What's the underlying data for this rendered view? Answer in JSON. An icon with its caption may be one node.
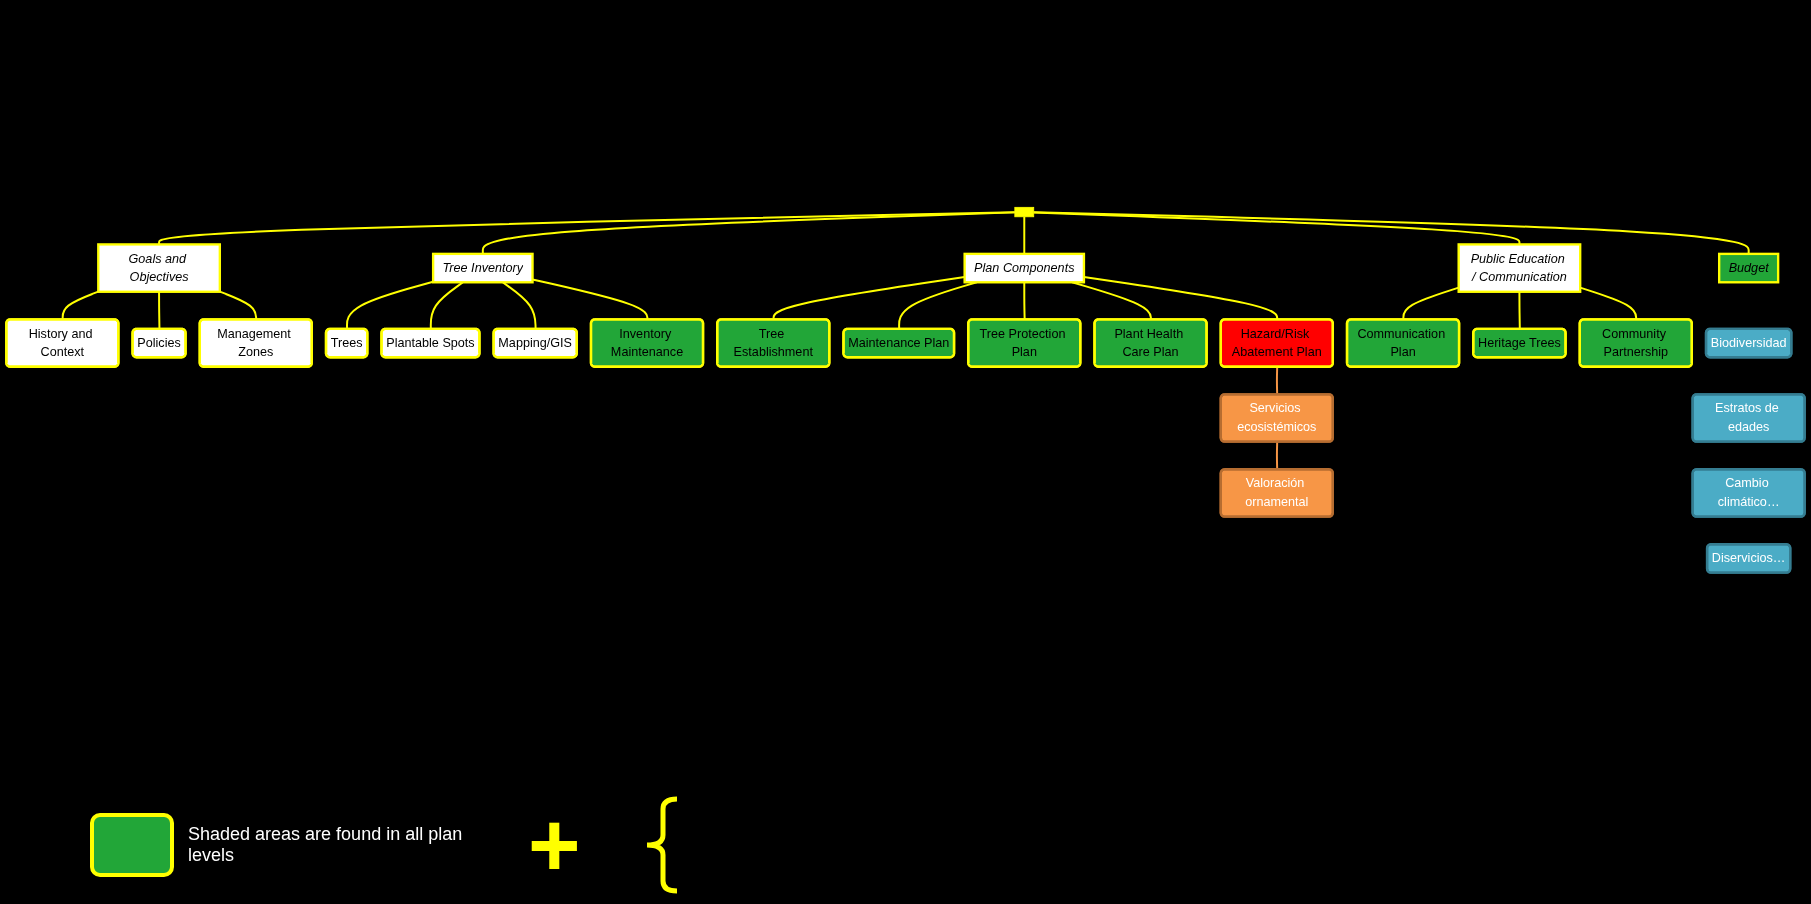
{
  "diagram": {
    "nodes": [
      {
        "text": [],
        "shape": "bar"
      },
      {
        "text": [
          "Goals and Objectives"
        ]
      },
      {
        "text": [
          "Tree Inventory"
        ]
      },
      {
        "text": [
          "Plan Components"
        ]
      },
      {
        "text": [
          "Public Education / Communication"
        ]
      },
      {
        "text": [
          "Budget"
        ]
      },
      {
        "text": [
          "History and Context"
        ]
      },
      {
        "text": [
          "Policies"
        ]
      },
      {
        "text": [
          "Management Zones"
        ]
      },
      {
        "text": [
          "Trees"
        ]
      },
      {
        "text": [
          "Plantable Spots"
        ]
      },
      {
        "text": [
          "Mapping/GIS"
        ]
      },
      {
        "text": [
          "Inventory Maintenance"
        ]
      },
      {
        "text": [
          "Tree Establishment"
        ]
      },
      {
        "text": [
          "Maintenance Plan"
        ]
      },
      {
        "text": [
          "Tree Protection Plan"
        ]
      },
      {
        "text": [
          "Plant Health Care Plan"
        ]
      },
      {
        "text": [
          "Hazard/Risk Abatement Plan"
        ]
      },
      {
        "text": [
          "Communication Plan"
        ]
      },
      {
        "text": [
          "Heritage Trees"
        ]
      },
      {
        "text": [
          "Community Partnership"
        ]
      },
      {
        "text": [
          "Servicios ecosistémicos"
        ]
      },
      {
        "text": [
          "Valoración ornamental"
        ]
      },
      {
        "text": [
          "Biodiversidad"
        ]
      },
      {
        "text": [
          "Estratos de edades"
        ]
      },
      {
        "text": [
          "Cambio climático…"
        ]
      },
      {
        "text": [
          "Diservicios…"
        ]
      }
    ],
    "edges": [
      {
        "from": 0,
        "to": 1,
        "arrow": "none"
      },
      {
        "from": 0,
        "to": 2,
        "arrow": "none"
      },
      {
        "from": 0,
        "to": 3,
        "arrow": "none"
      },
      {
        "from": 0,
        "to": 4,
        "arrow": "none"
      },
      {
        "from": 0,
        "to": 5,
        "arrow": "none"
      },
      {
        "from": 1,
        "to": 6,
        "arrow": "none"
      },
      {
        "from": 1,
        "to": 7,
        "arrow": "none"
      },
      {
        "from": 1,
        "to": 8,
        "arrow": "none"
      },
      {
        "from": 2,
        "to": 9,
        "arrow": "none"
      },
      {
        "from": 2,
        "to": 10,
        "arrow": "none"
      },
      {
        "from": 2,
        "to": 11,
        "arrow": "none"
      },
      {
        "from": 2,
        "to": 12,
        "arrow": "none"
      },
      {
        "from": 3,
        "to": 13,
        "arrow": "none"
      },
      {
        "from": 3,
        "to": 14,
        "arrow": "none"
      },
      {
        "from": 3,
        "to": 15,
        "arrow": "none"
      },
      {
        "from": 3,
        "to": 16,
        "arrow": "none"
      },
      {
        "from": 3,
        "to": 17,
        "arrow": "none"
      },
      {
        "from": 4,
        "to": 18,
        "arrow": "none"
      },
      {
        "from": 4,
        "to": 19,
        "arrow": "none"
      },
      {
        "from": 4,
        "to": 20,
        "arrow": "none"
      },
      {
        "from": 17,
        "to": 21,
        "arrow": "none",
        "color": "#f79646"
      },
      {
        "from": 21,
        "to": 22,
        "arrow": "none",
        "color": "#f79646"
      }
    ],
    "labels": [
      "+"
    ],
    "legend": [
      {
        "text": "Shaded areas are found in all plan levels",
        "color": "#22a638"
      }
    ]
  }
}
